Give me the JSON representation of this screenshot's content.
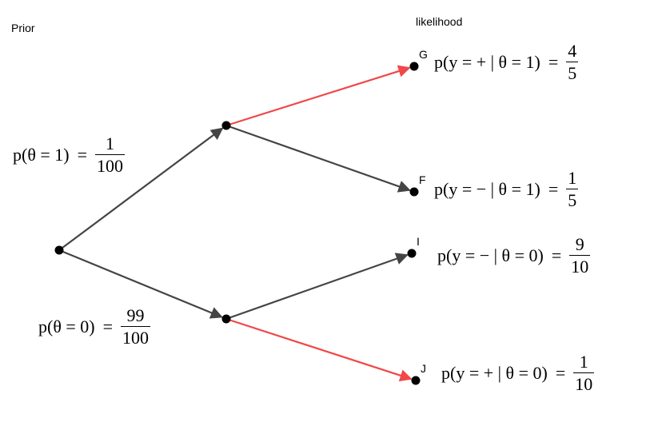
{
  "headers": {
    "prior": "Prior",
    "likelihood": "likelihood"
  },
  "colors": {
    "edge_default": "#444444",
    "edge_highlight": "#f04848",
    "node": "#000000"
  },
  "nodes": {
    "root": "",
    "upper": "",
    "lower": "",
    "G": "G",
    "F": "F",
    "I": "I",
    "J": "J"
  },
  "edges": [
    {
      "from": "root",
      "to": "upper",
      "highlight": false
    },
    {
      "from": "root",
      "to": "lower",
      "highlight": false
    },
    {
      "from": "upper",
      "to": "G",
      "highlight": true
    },
    {
      "from": "upper",
      "to": "F",
      "highlight": false
    },
    {
      "from": "lower",
      "to": "I",
      "highlight": false
    },
    {
      "from": "lower",
      "to": "J",
      "highlight": true
    }
  ],
  "priors": {
    "theta1": {
      "lhs": "p(θ = 1)",
      "num": "1",
      "den": "100"
    },
    "theta0": {
      "lhs": "p(θ = 0)",
      "num": "99",
      "den": "100"
    }
  },
  "likelihoods": {
    "G": {
      "lhs": "p(y = + | θ = 1)",
      "num": "4",
      "den": "5"
    },
    "F": {
      "lhs": "p(y = − | θ = 1)",
      "num": "1",
      "den": "5"
    },
    "I": {
      "lhs": "p(y = − | θ = 0)",
      "num": "9",
      "den": "10"
    },
    "J": {
      "lhs": "p(y = + | θ = 0)",
      "num": "1",
      "den": "10"
    }
  }
}
